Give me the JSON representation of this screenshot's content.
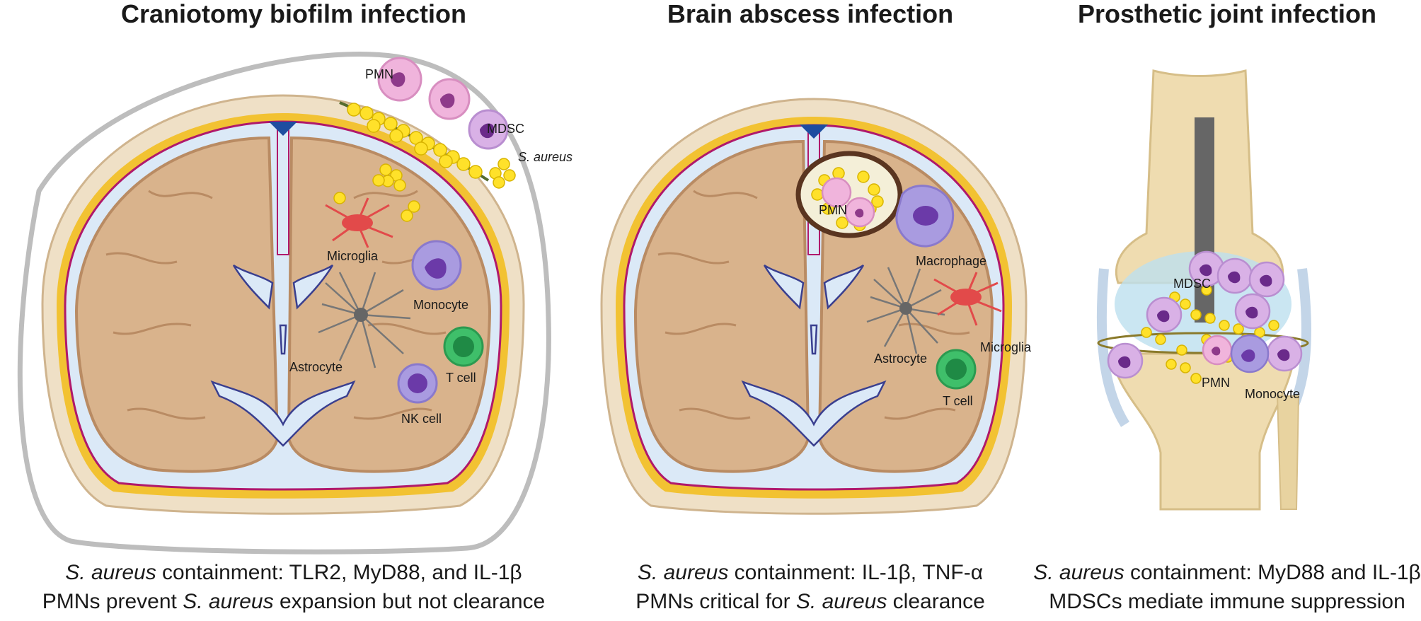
{
  "panels": [
    {
      "title": "Craniotomy biofilm infection",
      "labels": {
        "pmn": "PMN",
        "mdsc": "MDSC",
        "saureus": "S. aureus",
        "microglia": "Microglia",
        "monocyte": "Monocyte",
        "astrocyte": "Astrocyte",
        "tcell": "T cell",
        "nkcell": "NK cell"
      },
      "caption": {
        "line1_italic": "S. aureus",
        "line1_rest": " containment: TLR2, MyD88, and IL-1β",
        "line2_pre": "PMNs prevent ",
        "line2_italic": "S. aureus",
        "line2_post": " expansion but not clearance"
      }
    },
    {
      "title": "Brain abscess infection",
      "labels": {
        "pmn": "PMN",
        "macrophage": "Macrophage",
        "astrocyte": "Astrocyte",
        "microglia": "Microglia",
        "tcell": "T cell"
      },
      "caption": {
        "line1_italic": "S. aureus",
        "line1_rest": " containment: IL-1β, TNF-α",
        "line2_pre": "PMNs critical for ",
        "line2_italic": "S. aureus",
        "line2_post": " clearance"
      }
    },
    {
      "title": "Prosthetic joint infection",
      "labels": {
        "mdsc": "MDSC",
        "pmn": "PMN",
        "monocyte": "Monocyte"
      },
      "caption": {
        "line1_italic": "S. aureus",
        "line1_rest": " containment: MyD88 and IL-1β",
        "line2_pre": "",
        "line2_italic": "",
        "line2_post": "MDSCs mediate immune suppression"
      }
    }
  ],
  "colors": {
    "brain": "#d9b38c",
    "brain_edge": "#b98b63",
    "csf": "#dbe9f7",
    "skull": "#efe0c6",
    "dura_yellow": "#f2c232",
    "membrane_magenta": "#b0196b",
    "ventricle_edge": "#3a3f8f",
    "bacteria": "#ffe12a",
    "pmn": "#f0b4dc",
    "mdsc": "#d9b1e6",
    "monocyte": "#a99be0",
    "tcell": "#3fbf6a",
    "microglia": "#e24a4a",
    "astrocyte": "#777777",
    "implant": "#666666"
  }
}
